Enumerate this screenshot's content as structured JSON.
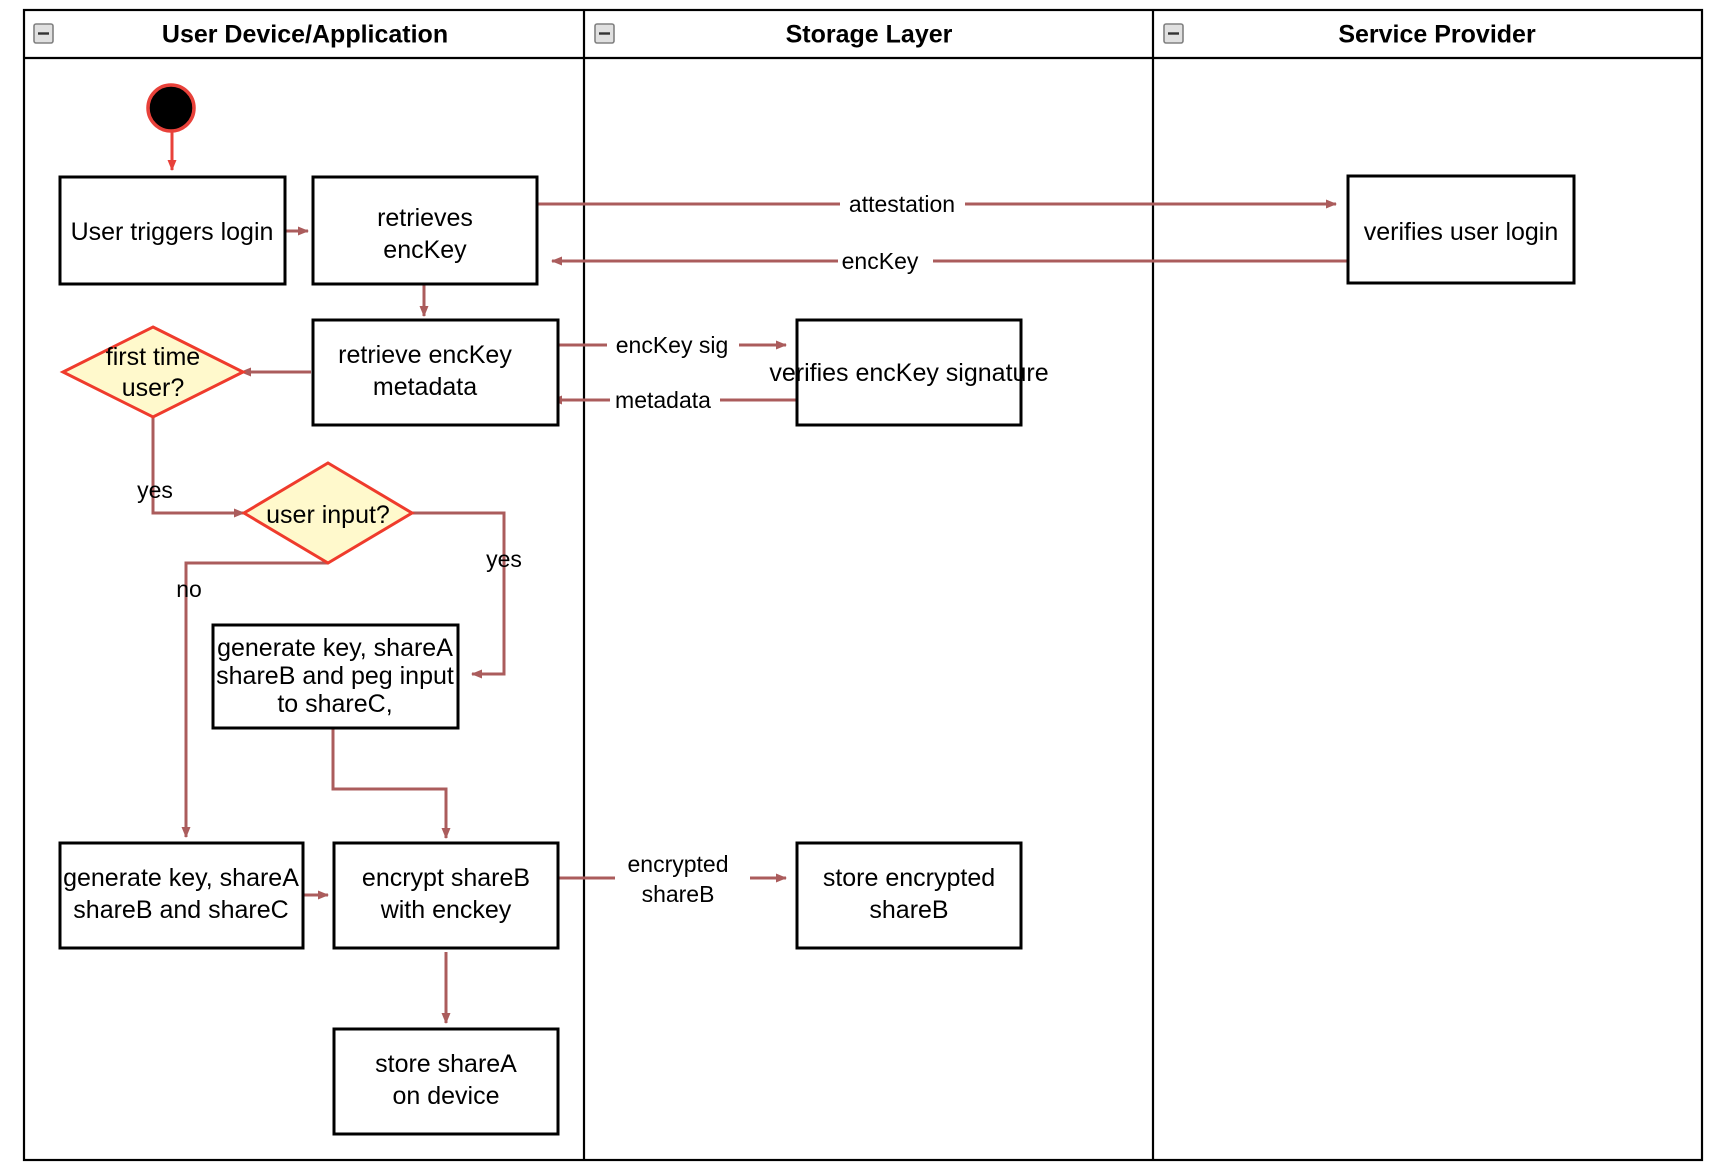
{
  "diagram": {
    "type": "uml-activity-swimlane",
    "title": "Login and key-share provisioning flow",
    "colors": {
      "flow_arrow": "#ab5c5c",
      "start_ring": "#e8413a",
      "decision_fill": "#fff9cc",
      "decision_stroke": "#ef3b2c",
      "box_stroke": "#000000",
      "background": "#ffffff"
    }
  },
  "lanes": [
    {
      "id": "lane-user-device",
      "title": "User Device/Application",
      "collapse_icon": "minus-icon"
    },
    {
      "id": "lane-storage",
      "title": "Storage Layer",
      "collapse_icon": "minus-icon"
    },
    {
      "id": "lane-service-provider",
      "title": "Service Provider",
      "collapse_icon": "minus-icon"
    }
  ],
  "nodes": [
    {
      "id": "start",
      "lane": "lane-user-device",
      "kind": "initial-node",
      "label": ""
    },
    {
      "id": "user-triggers-login",
      "lane": "lane-user-device",
      "kind": "action",
      "lines": [
        "User triggers login"
      ]
    },
    {
      "id": "retrieves-enckey",
      "lane": "lane-user-device",
      "kind": "action",
      "lines": [
        "retrieves",
        "encKey"
      ]
    },
    {
      "id": "verifies-user-login",
      "lane": "lane-service-provider",
      "kind": "action",
      "lines": [
        "verifies user login"
      ]
    },
    {
      "id": "retrieve-enckey-metadata",
      "lane": "lane-user-device",
      "kind": "action",
      "lines": [
        "retrieve encKey",
        "metadata"
      ]
    },
    {
      "id": "verifies-enckey-signature",
      "lane": "lane-storage",
      "kind": "action",
      "lines": [
        "verifies encKey signature"
      ]
    },
    {
      "id": "first-time-user",
      "lane": "lane-user-device",
      "kind": "decision",
      "lines": [
        "first time",
        "user?"
      ]
    },
    {
      "id": "user-input",
      "lane": "lane-user-device",
      "kind": "decision",
      "lines": [
        "user input?"
      ]
    },
    {
      "id": "generate-peg-input",
      "lane": "lane-user-device",
      "kind": "action",
      "lines": [
        "generate key, shareA",
        "shareB and peg input",
        "to shareC,"
      ]
    },
    {
      "id": "generate-shares",
      "lane": "lane-user-device",
      "kind": "action",
      "lines": [
        "generate key, shareA",
        "shareB and shareC"
      ]
    },
    {
      "id": "encrypt-shareb",
      "lane": "lane-user-device",
      "kind": "action",
      "lines": [
        "encrypt shareB",
        "with enckey"
      ]
    },
    {
      "id": "store-encrypted-shareb",
      "lane": "lane-storage",
      "kind": "action",
      "lines": [
        "store encrypted",
        "shareB"
      ]
    },
    {
      "id": "store-sharea-on-device",
      "lane": "lane-user-device",
      "kind": "action",
      "lines": [
        "store shareA",
        "on device"
      ]
    }
  ],
  "edges": [
    {
      "id": "e-start",
      "from": "start",
      "to": "user-triggers-login",
      "label": ""
    },
    {
      "id": "e-login-retrieve",
      "from": "user-triggers-login",
      "to": "retrieves-enckey",
      "label": ""
    },
    {
      "id": "e-attestation",
      "from": "retrieves-enckey",
      "to": "verifies-user-login",
      "label": "attestation"
    },
    {
      "id": "e-enckey-back",
      "from": "verifies-user-login",
      "to": "retrieves-enckey",
      "label": "encKey"
    },
    {
      "id": "e-retrieve-meta",
      "from": "retrieves-enckey",
      "to": "retrieve-enckey-metadata",
      "label": ""
    },
    {
      "id": "e-enckey-sig",
      "from": "retrieve-enckey-metadata",
      "to": "verifies-enckey-signature",
      "label": "encKey sig"
    },
    {
      "id": "e-metadata",
      "from": "verifies-enckey-signature",
      "to": "retrieve-enckey-metadata",
      "label": "metadata"
    },
    {
      "id": "e-meta-first-time",
      "from": "retrieve-enckey-metadata",
      "to": "first-time-user",
      "label": ""
    },
    {
      "id": "e-first-time-yes",
      "from": "first-time-user",
      "to": "user-input",
      "label": "yes"
    },
    {
      "id": "e-user-input-yes",
      "from": "user-input",
      "to": "generate-peg-input",
      "label": "yes"
    },
    {
      "id": "e-user-input-no",
      "from": "user-input",
      "to": "generate-shares",
      "label": "no"
    },
    {
      "id": "e-peg-encrypt",
      "from": "generate-peg-input",
      "to": "encrypt-shareb",
      "label": ""
    },
    {
      "id": "e-shares-encrypt",
      "from": "generate-shares",
      "to": "encrypt-shareb",
      "label": ""
    },
    {
      "id": "e-encrypted-shareb",
      "from": "encrypt-shareb",
      "to": "store-encrypted-shareb",
      "label": "encrypted shareB",
      "label_lines": [
        "encrypted",
        "shareB"
      ]
    },
    {
      "id": "e-store-sharea",
      "from": "encrypt-shareb",
      "to": "store-sharea-on-device",
      "label": ""
    }
  ]
}
